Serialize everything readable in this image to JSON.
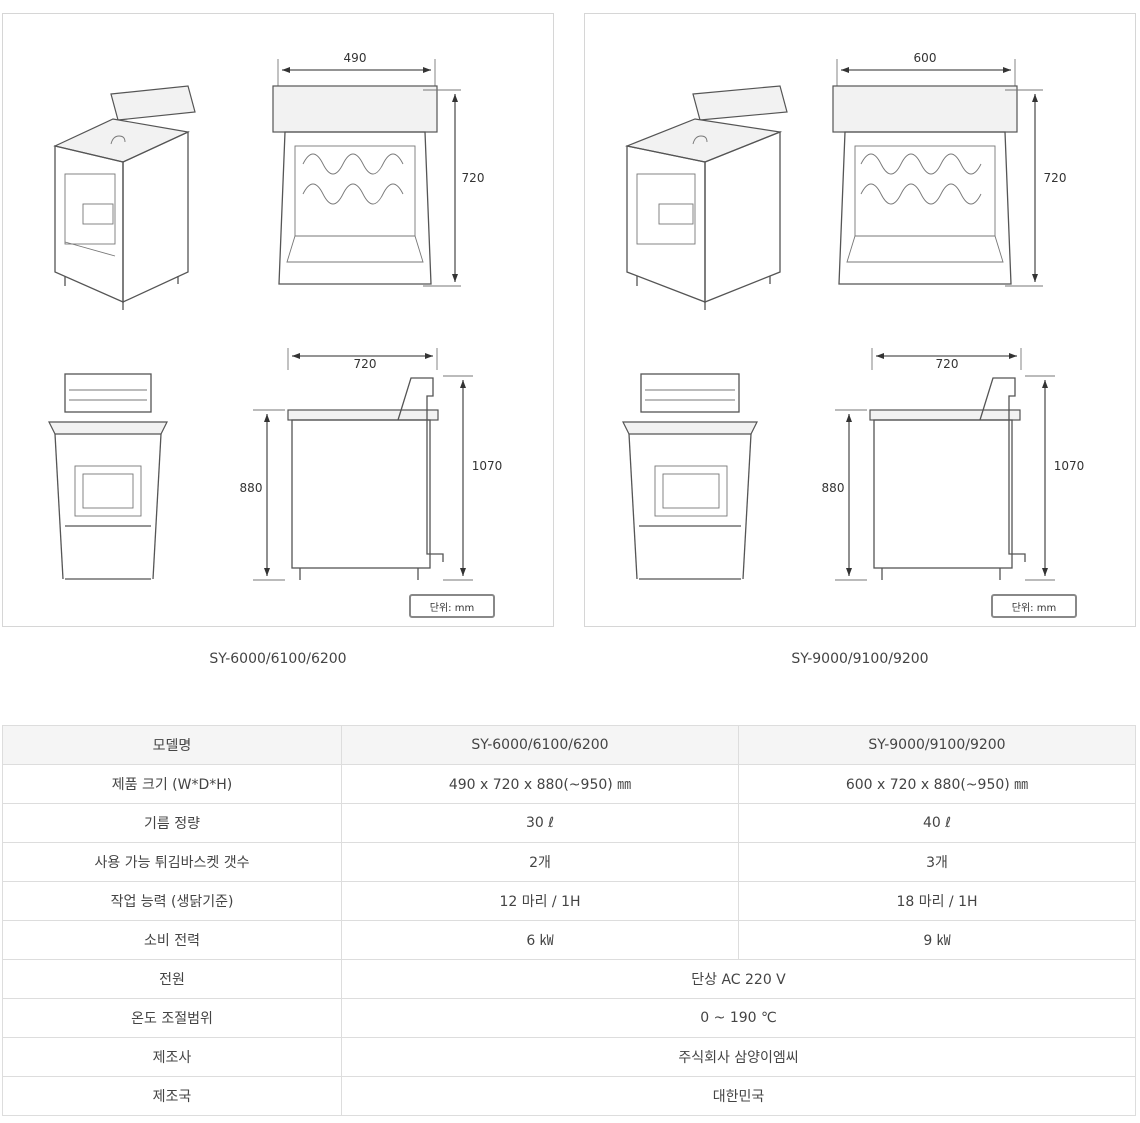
{
  "panels": [
    {
      "top_width": "490",
      "depth_top": "720",
      "depth_side": "720",
      "height_body": "880",
      "height_total": "1070",
      "unit": "단위: mm"
    },
    {
      "top_width": "600",
      "depth_top": "720",
      "depth_side": "720",
      "height_body": "880",
      "height_total": "1070",
      "unit": "단위: mm"
    }
  ],
  "captions": [
    "SY-6000/6100/6200",
    "SY-9000/9100/9200"
  ],
  "spec": {
    "header": [
      "모델명",
      "SY-6000/6100/6200",
      "SY-9000/9100/9200"
    ],
    "rows": [
      [
        "제품 크기 (W*D*H)",
        "490 x 720 x 880(~950) ㎜",
        "600 x 720 x 880(~950) ㎜"
      ],
      [
        "기름 정량",
        "30 ℓ",
        "40 ℓ"
      ],
      [
        "사용 가능 튀김바스켓 갯수",
        "2개",
        "3개"
      ],
      [
        "작업 능력 (생닭기준)",
        "12 마리 / 1H",
        "18 마리 / 1H"
      ],
      [
        "소비 전력",
        "6 ㎾",
        "9 ㎾"
      ]
    ],
    "merged_rows": [
      [
        "전원",
        "단상 AC 220 V"
      ],
      [
        "온도 조절범위",
        "0 ~ 190 ℃"
      ],
      [
        "제조사",
        "주식회사 삼양이엠씨"
      ],
      [
        "제조국",
        "대한민국"
      ]
    ]
  }
}
